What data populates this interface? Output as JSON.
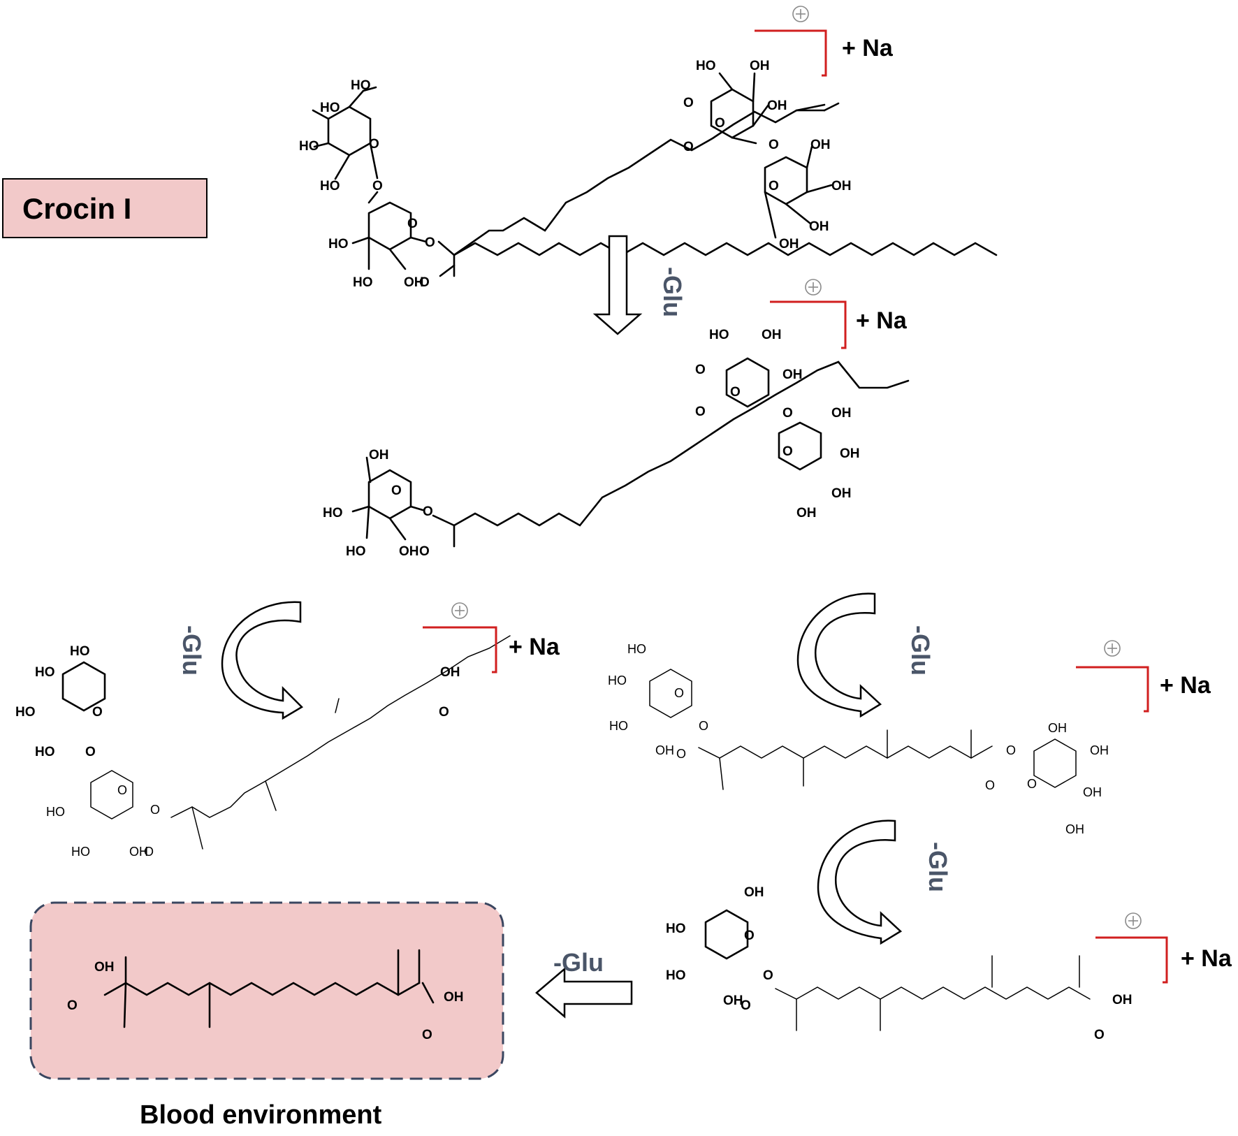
{
  "title_box": {
    "text": "Crocin I",
    "fill": "#f2c9c9"
  },
  "loss_label": "-Glu",
  "cation_label": "+ Na",
  "blood_box": {
    "caption": "Blood environment",
    "fill": "#f2c9c9",
    "border": "#3a4660"
  },
  "atom_labels": {
    "oh": "OH",
    "ho": "HO",
    "o": "O"
  },
  "colors": {
    "bracket": "#d11f1f",
    "glu": "#4a5568",
    "charge": "#8a8a8a"
  },
  "molecules": [
    {
      "id": "crocin-1",
      "description_sugars": 4
    },
    {
      "id": "crocin-2",
      "description_sugars": 3
    },
    {
      "id": "crocin-3-left",
      "description_sugars": 2
    },
    {
      "id": "crocin-3-right",
      "description_sugars": 2
    },
    {
      "id": "crocin-4",
      "description_sugars": 1
    },
    {
      "id": "crocetin",
      "description_sugars": 0
    }
  ]
}
